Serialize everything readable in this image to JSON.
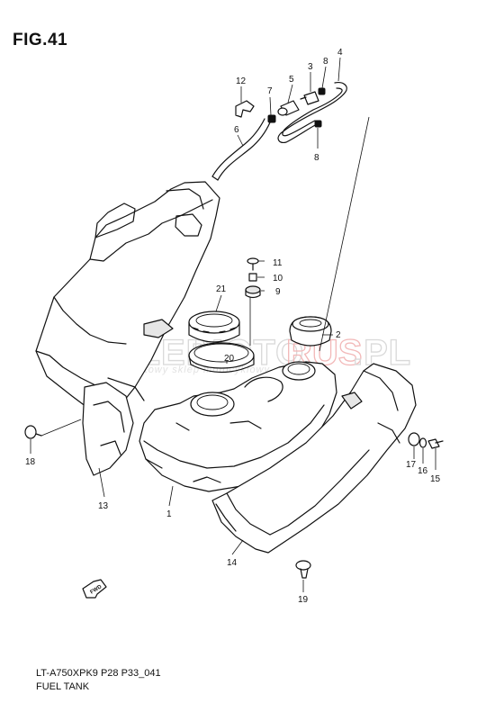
{
  "figure": {
    "title": "FIG.41",
    "code": "LT-A750XPK9 P28 P33_041",
    "caption": "FUEL TANK"
  },
  "watermark": {
    "brand_left": "SKLEP",
    "brand_mid": "MOTO",
    "brand_red": "RUS",
    "brand_tld": ".PL",
    "tagline": "internetowy sklep motocyklowy"
  },
  "arrow_label": "FWD",
  "callouts": [
    "1",
    "2",
    "3",
    "4",
    "5",
    "6",
    "7",
    "8",
    "8",
    "9",
    "10",
    "11",
    "12",
    "13",
    "14",
    "15",
    "16",
    "17",
    "18",
    "19",
    "20",
    "21"
  ],
  "colors": {
    "line": "#111111",
    "watermark_gray": "#d9d9d9",
    "watermark_red": "#f2b8b8"
  }
}
